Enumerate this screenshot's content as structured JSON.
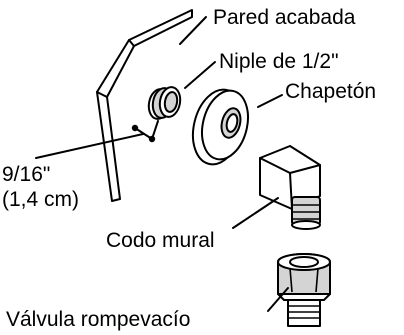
{
  "labels": {
    "pared": "Pared acabada",
    "niple": "Niple de 1/2\"",
    "chapeton": "Chapetón",
    "medida": "9/16\"",
    "medida_cm": "(1,4 cm)",
    "codo": "Codo mural",
    "valvula": "Válvula rompevacío"
  }
}
